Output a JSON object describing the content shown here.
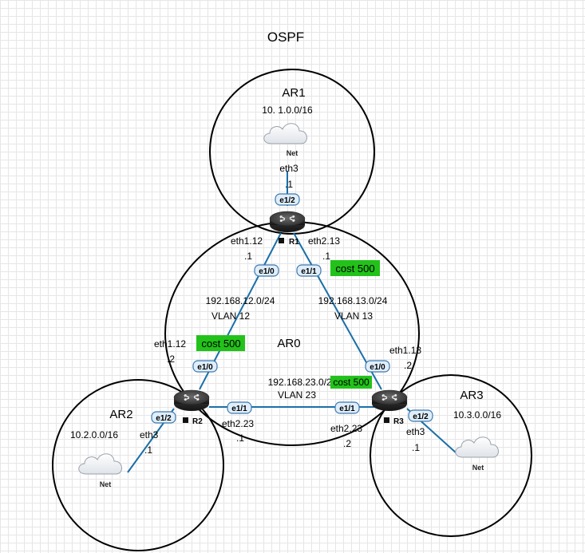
{
  "title": "OSPF",
  "areas": {
    "ar0": "AR0",
    "ar1": "AR1",
    "ar2": "AR2",
    "ar3": "AR3"
  },
  "area_networks": {
    "ar1": "10. 1.0.0/16",
    "ar2": "10.2.0.0/16",
    "ar3": "10.3.0.0/16"
  },
  "routers": {
    "r1": "R1",
    "r2": "R2",
    "r3": "R3"
  },
  "net_label": "Net",
  "ports": {
    "r1_e1_2": "e1/2",
    "r1_e1_0": "e1/0",
    "r1_e1_1": "e1/1",
    "r2_e1_0": "e1/0",
    "r2_e1_1": "e1/1",
    "r2_e1_2": "e1/2",
    "r3_e1_0": "e1/0",
    "r3_e1_1": "e1/1",
    "r3_e1_2": "e1/2"
  },
  "interfaces": {
    "ar1_eth3": "eth3",
    "ar1_dot": ".1",
    "r1_eth1_12": "eth1.12",
    "r1_eth1_12_dot": ".1",
    "r1_eth2_13": "eth2.13",
    "r1_eth2_13_dot": ".1",
    "r2_eth1_12": "eth1.12",
    "r2_eth1_12_dot": ".2",
    "r2_eth2_23": "eth2.23",
    "r2_eth2_23_dot": ".1",
    "r2_eth3": "eth3",
    "r2_eth3_dot": ".1",
    "r3_eth1_13": "eth1.13",
    "r3_eth1_13_dot": ".2",
    "r3_eth2_23": "eth2.23",
    "r3_eth2_23_dot": ".2",
    "r3_eth3": "eth3",
    "r3_eth3_dot": ".1"
  },
  "links": {
    "r1_r2_subnet": "192.168.12.0/24",
    "r1_r2_vlan": "VLAN 12",
    "r1_r3_subnet": "192.168.13.0/24",
    "r1_r3_vlan": "VLAN 13",
    "r2_r3_subnet": "192.168.23.0/24",
    "r2_r3_vlan": "VLAN 23"
  },
  "costs": {
    "r1_r3": "cost 500",
    "r2_r1": "cost 500",
    "r2_r3": "cost 500"
  },
  "colors": {
    "link": "#1a6fa8",
    "cost_bg": "#22c21a",
    "port_bg": "#dfeefa",
    "port_border": "#3b78b0"
  }
}
